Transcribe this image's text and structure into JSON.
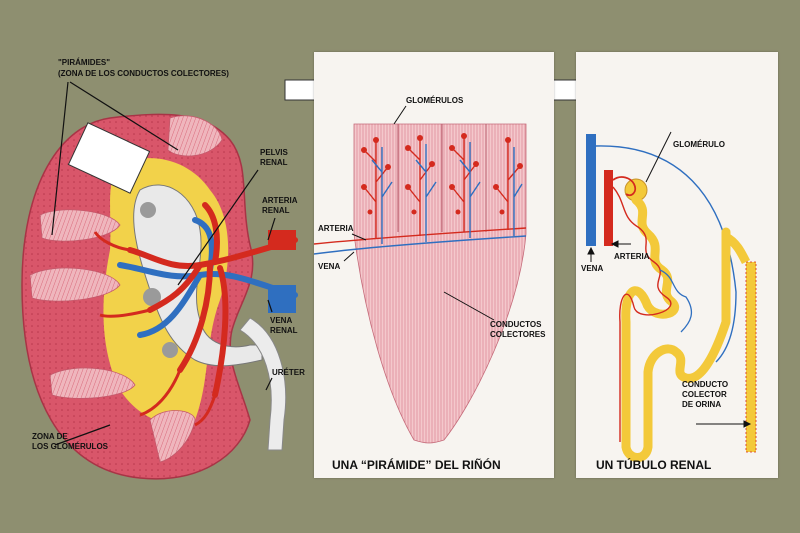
{
  "kidney": {
    "pyramids_label": "\"PIRÁMIDES\"",
    "pyramids_sublabel": "(ZONA DE LOS CONDUCTOS COLECTORES)",
    "pelvis_label": "PELVIS\nRENAL",
    "artery_label": "ARTERIA\nRENAL",
    "vein_label": "VENA\nRENAL",
    "ureter_label": "URÉTER",
    "glomeruli_zone_label": "ZONA DE\nLOS GLOMÉRULOS"
  },
  "pyramid_panel": {
    "glomeruli_label": "GLOMÉRULOS",
    "artery_label": "ARTERIA",
    "vein_label": "VENA",
    "ducts_label": "CONDUCTOS\nCOLECTORES",
    "caption": "UNA “PIRÁMIDE” DEL RIÑÓN"
  },
  "tubule_panel": {
    "glomerulus_label": "GLOMÉRULO",
    "vein_label": "VENA",
    "artery_label": "ARTERIA",
    "duct_label": "CONDUCTO\nCOLECTOR\nDE ORINA",
    "caption": "UN TÚBULO RENAL"
  },
  "colors": {
    "background": "#8e8f70",
    "kidney_tissue": "#d9566a",
    "artery": "#d42a1e",
    "vein": "#2f6fc0",
    "fat": "#f2d24a",
    "tubule": "#f3c93a",
    "panel": "#f7f4f0"
  }
}
